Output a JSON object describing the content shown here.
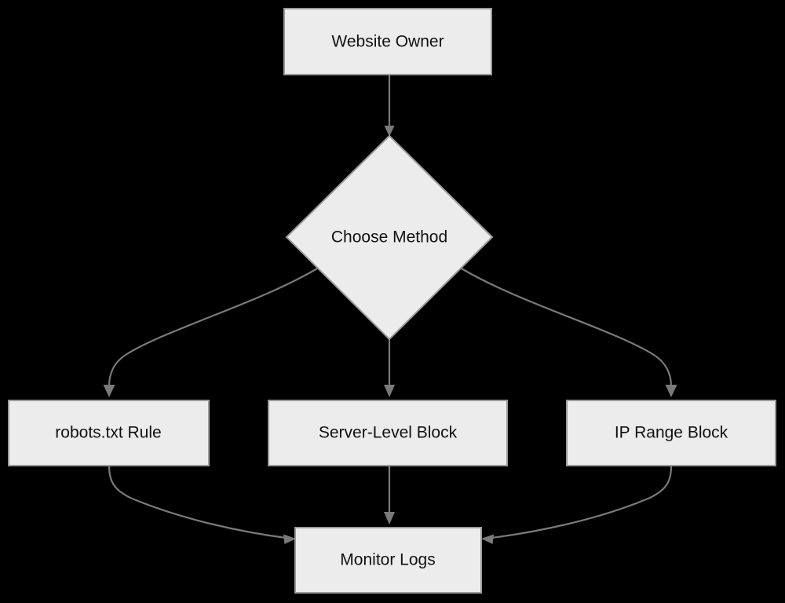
{
  "diagram": {
    "type": "flowchart",
    "direction": "top-down",
    "background_color": "#000000",
    "node_fill_color": "#ececec",
    "node_border_color": "#9a9a9a",
    "edge_color": "#7a7a7a",
    "text_color": "#111111",
    "nodes": [
      {
        "id": "website-owner",
        "label": "Website Owner",
        "shape": "rectangle"
      },
      {
        "id": "choose-method",
        "label": "Choose Method",
        "shape": "diamond"
      },
      {
        "id": "robots-txt-rule",
        "label": "robots.txt Rule",
        "shape": "rectangle"
      },
      {
        "id": "server-level-block",
        "label": "Server-Level Block",
        "shape": "rectangle"
      },
      {
        "id": "ip-range-block",
        "label": "IP Range Block",
        "shape": "rectangle"
      },
      {
        "id": "monitor-logs",
        "label": "Monitor Logs",
        "shape": "rectangle"
      }
    ],
    "edges": [
      {
        "from": "website-owner",
        "to": "choose-method",
        "label": ""
      },
      {
        "from": "choose-method",
        "to": "robots-txt-rule",
        "label": ""
      },
      {
        "from": "choose-method",
        "to": "server-level-block",
        "label": ""
      },
      {
        "from": "choose-method",
        "to": "ip-range-block",
        "label": ""
      },
      {
        "from": "robots-txt-rule",
        "to": "monitor-logs",
        "label": ""
      },
      {
        "from": "server-level-block",
        "to": "monitor-logs",
        "label": ""
      },
      {
        "from": "ip-range-block",
        "to": "monitor-logs",
        "label": ""
      }
    ]
  }
}
